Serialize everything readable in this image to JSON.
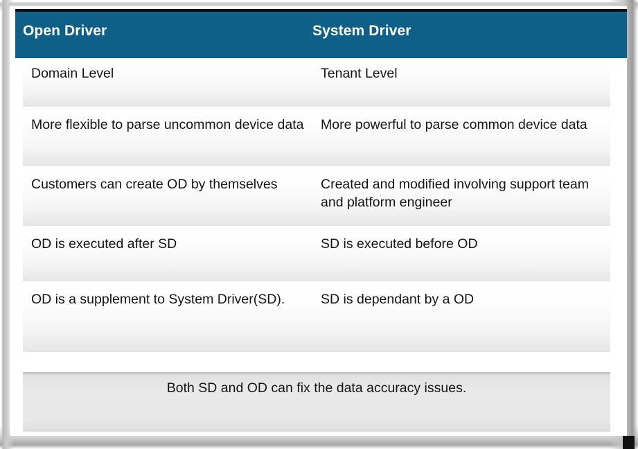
{
  "table": {
    "columns": [
      {
        "header": "Open Driver"
      },
      {
        "header": "System Driver"
      }
    ],
    "rows": [
      {
        "open_driver": "Domain Level",
        "system_driver": "Tenant Level"
      },
      {
        "open_driver": "More flexible to parse uncommon device data",
        "system_driver": "More powerful to parse common device data"
      },
      {
        "open_driver": "Customers can create OD by themselves",
        "system_driver": "Created and modified involving support team and platform engineer"
      },
      {
        "open_driver": "OD is executed after SD",
        "system_driver": "SD is executed before OD"
      },
      {
        "open_driver": "OD is a supplement to System Driver(SD).",
        "system_driver": "SD is dependant by a OD"
      }
    ],
    "footer": "Both SD and OD can fix the data accuracy issues."
  },
  "colors": {
    "header_background": "#0e6089",
    "header_text": "#ffffff",
    "body_text": "#141414",
    "cell_gradient_top": "#ffffff",
    "cell_gradient_bottom": "#e6e6e6",
    "footer_background": "#e8e8e8",
    "page_background": "#ffffff",
    "rule": "#0d0d0d"
  }
}
